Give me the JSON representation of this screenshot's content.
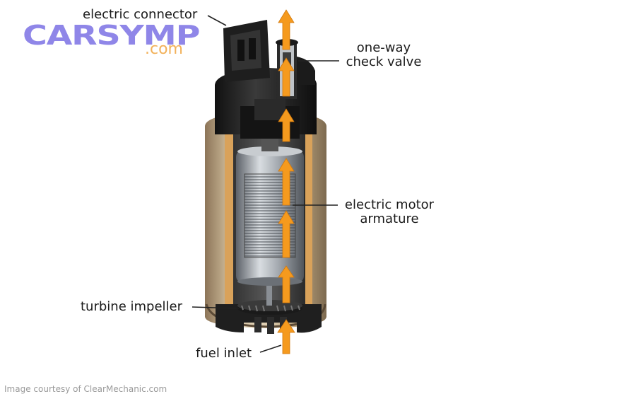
{
  "logo": {
    "main": "CARSYMP",
    "sub": ".com"
  },
  "labels": {
    "electric_connector": "electric connector",
    "one_way_check_valve": [
      "one-way",
      "check valve"
    ],
    "electric_motor_armature": [
      "electric motor",
      "armature"
    ],
    "turbine_impeller": "turbine impeller",
    "fuel_inlet": "fuel inlet"
  },
  "credit": "Image courtesy of ClearMechanic.com",
  "colors": {
    "housing": "#c2ad8c",
    "housing_dark": "#6e5c45",
    "cap": "#1c1c1c",
    "motor": "#9aa0a6",
    "flow_arrow": "#f59a1e",
    "logo": "#8f86e8",
    "logo_sub": "#f2b15a"
  }
}
